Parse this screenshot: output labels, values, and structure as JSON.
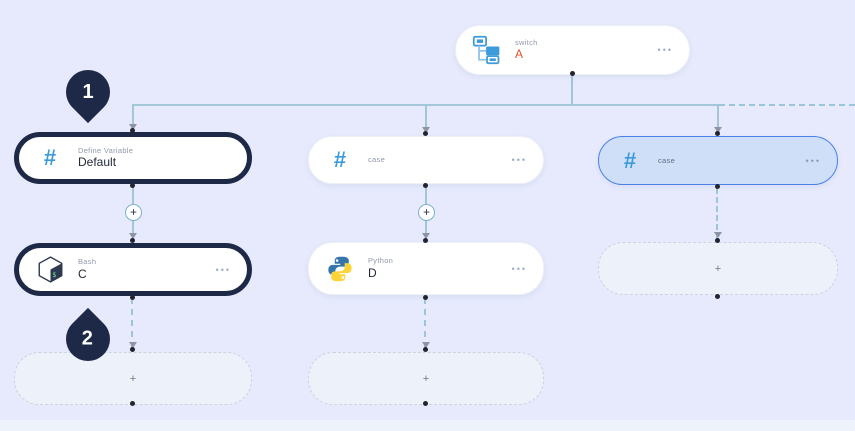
{
  "ui": {
    "menu_dots": "•••",
    "add_step_button": "+",
    "placeholder_plus": "+",
    "hash_glyph": "#"
  },
  "markers": {
    "pin1": "1",
    "pin2": "2"
  },
  "nodes": {
    "switch": {
      "type": "switch",
      "name": "A",
      "icon": "switch-tree-icon"
    },
    "define_variable": {
      "type": "Define Variable",
      "name": "Default",
      "icon": "hash-icon"
    },
    "case_mid": {
      "type": "case",
      "icon": "hash-icon"
    },
    "case_right": {
      "type": "case",
      "icon": "hash-icon"
    },
    "bash": {
      "type": "Bash",
      "name": "C",
      "icon": "bash-icon"
    },
    "python": {
      "type": "Python",
      "name": "D",
      "icon": "python-icon"
    }
  },
  "colors": {
    "canvas_bg": "#e6eafc",
    "selected_outline": "#1d2947",
    "case_selected_fill": "#cfdff7",
    "case_selected_border": "#4a82e8",
    "connector": "#a3c6d9",
    "accent_blue": "#3d9bd9",
    "switch_name": "#e4502a"
  }
}
